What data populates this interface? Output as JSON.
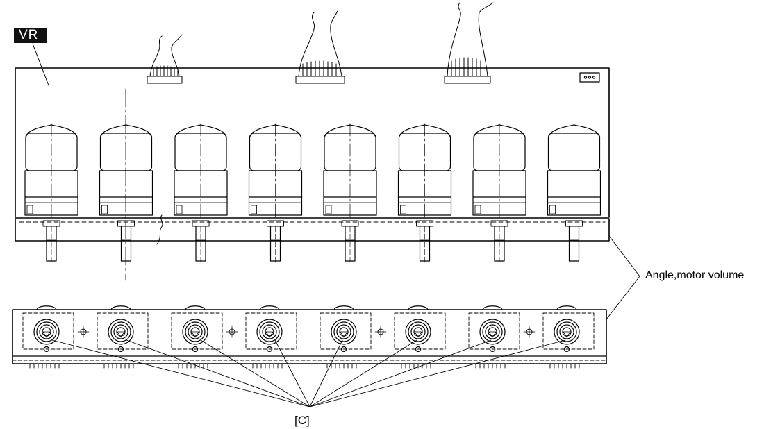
{
  "labels": {
    "vr": "VR",
    "angle_motor_volume": "Angle,motor volume",
    "c": "[C]"
  },
  "diagram": {
    "unit_count": 8,
    "connector_count": 3,
    "line_color": "#000000",
    "background": "#ffffff"
  }
}
